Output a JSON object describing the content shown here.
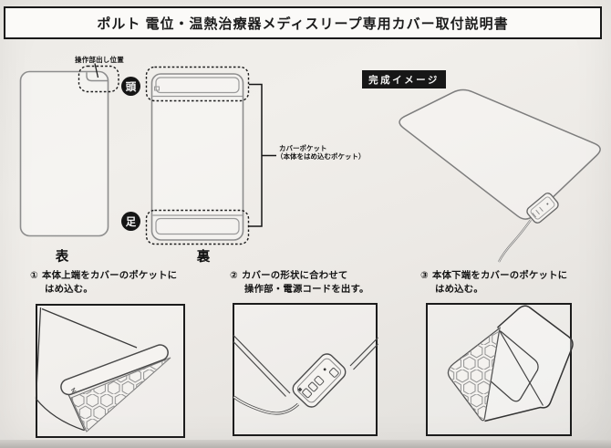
{
  "title": "ポルト 電位・温熱治療器メディスリープ専用カバー取付説明書",
  "overview": {
    "notch_label": "操作部出し位置",
    "head_badge": "頭",
    "foot_badge": "足",
    "front_caption": "表",
    "back_caption": "裏",
    "pocket_label_line1": "カバーポケット",
    "pocket_label_line2": "（本体をはめ込むポケット）",
    "finished_heading": "完成イメージ"
  },
  "steps": [
    {
      "num": "①",
      "line1": "本体上端をカバーのポケットに",
      "line2": "はめ込む。"
    },
    {
      "num": "②",
      "line1": "カバーの形状に合わせて",
      "line2": "操作部・電源コードを出す。"
    },
    {
      "num": "③",
      "line1": "本体下端をカバーのポケットに",
      "line2": "はめ込む。"
    }
  ],
  "colors": {
    "ink": "#1a1a1a",
    "outline_gray": "#8d8d8d",
    "badge_bg": "#151515",
    "paper": "#efede9"
  }
}
